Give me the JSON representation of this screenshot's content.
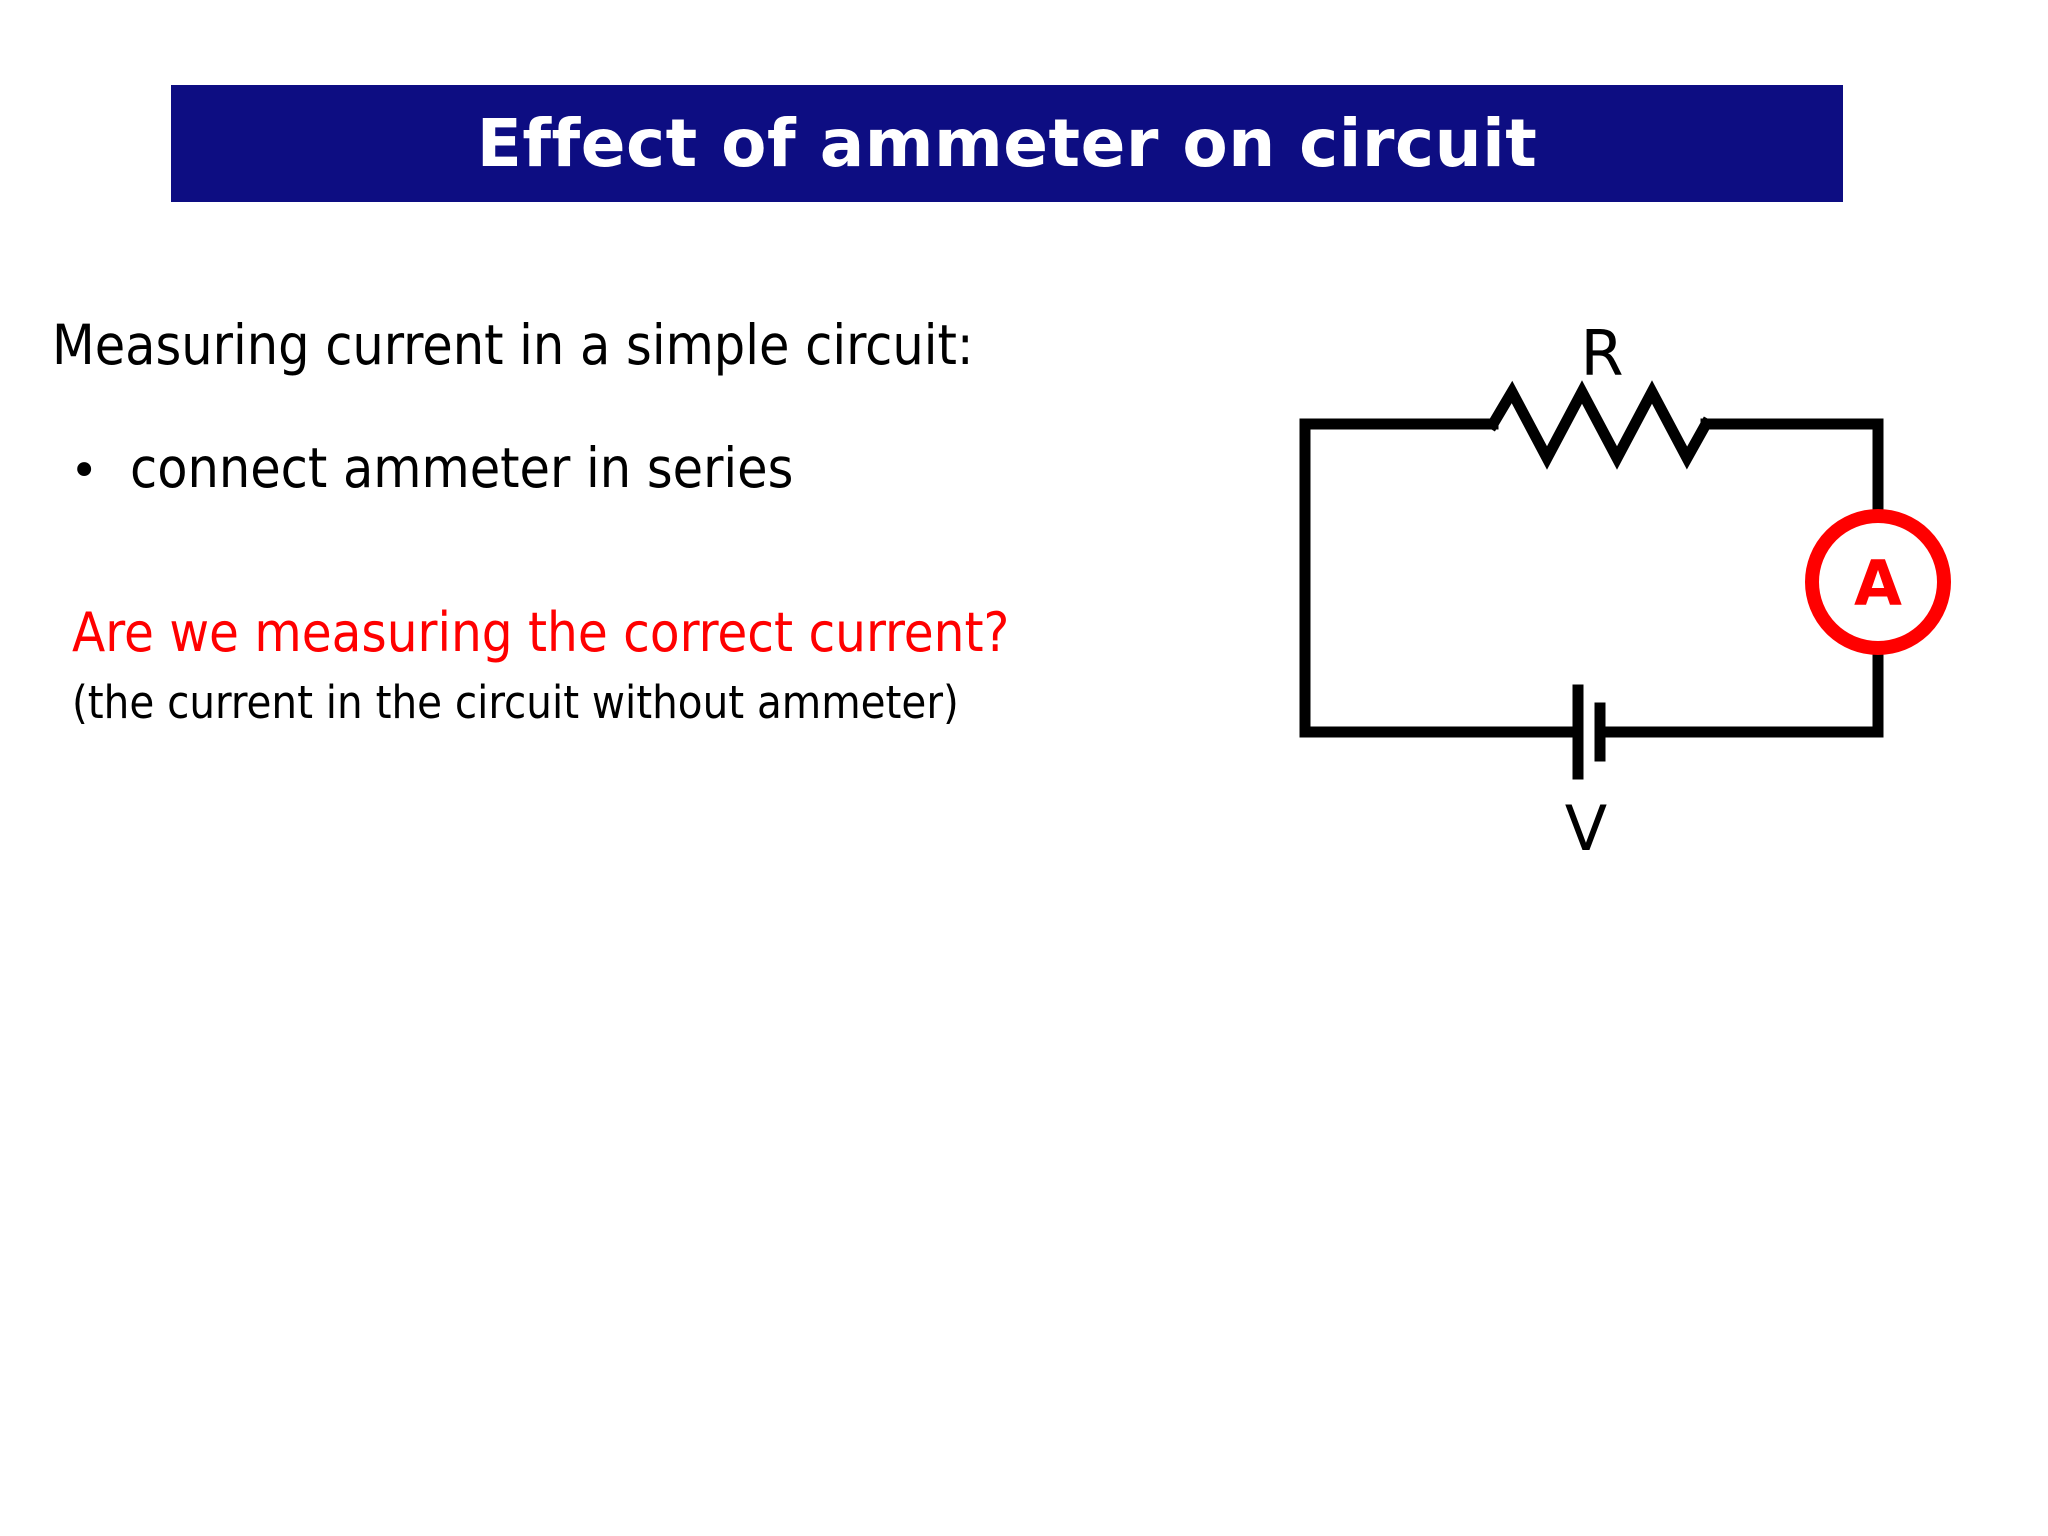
{
  "slide": {
    "title": "Effect of ammeter on circuit",
    "title_bg_color": "#0d0d82",
    "title_text_color": "#ffffff",
    "background_color": "#ffffff"
  },
  "content": {
    "lead": "Measuring current in a simple circuit:",
    "bullet_marker": "•",
    "bullet": "connect ammeter in series",
    "question": "Are we measuring the correct current?",
    "question_color": "#ff0000",
    "subnote": "(the current in the circuit without ammeter)",
    "subnote_color": "#000000"
  },
  "diagram": {
    "name": "series-circuit-with-ammeter",
    "wire_color": "#000000",
    "ammeter_color": "#ff0000",
    "labels": {
      "resistor": "R",
      "source": "V",
      "ammeter": "A"
    }
  }
}
